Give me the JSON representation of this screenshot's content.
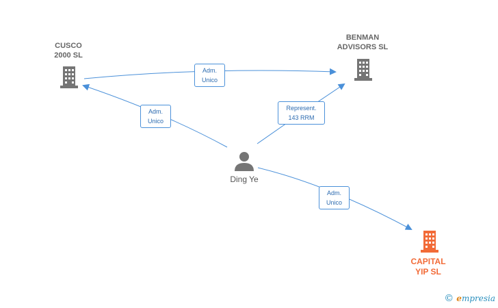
{
  "nodes": {
    "cusco": {
      "label": "CUSCO\n2000  SL"
    },
    "benman": {
      "label": "BENMAN\nADVISORS  SL"
    },
    "capital": {
      "label": "CAPITAL\nYIP  SL"
    },
    "person": {
      "label": "Ding Ye"
    }
  },
  "edges": {
    "cusco_benman": {
      "label": "Adm.\nUnico"
    },
    "person_cusco": {
      "label": "Adm.\nUnico"
    },
    "person_benman": {
      "label": "Represent.\n143 RRM"
    },
    "person_capital": {
      "label": "Adm.\nUnico"
    }
  },
  "colors": {
    "edge": "#4a90d9",
    "company": "#666666",
    "main_company": "#f26b38"
  },
  "watermark": {
    "symbol": "©",
    "e": "e",
    "rest": "mpresia"
  }
}
